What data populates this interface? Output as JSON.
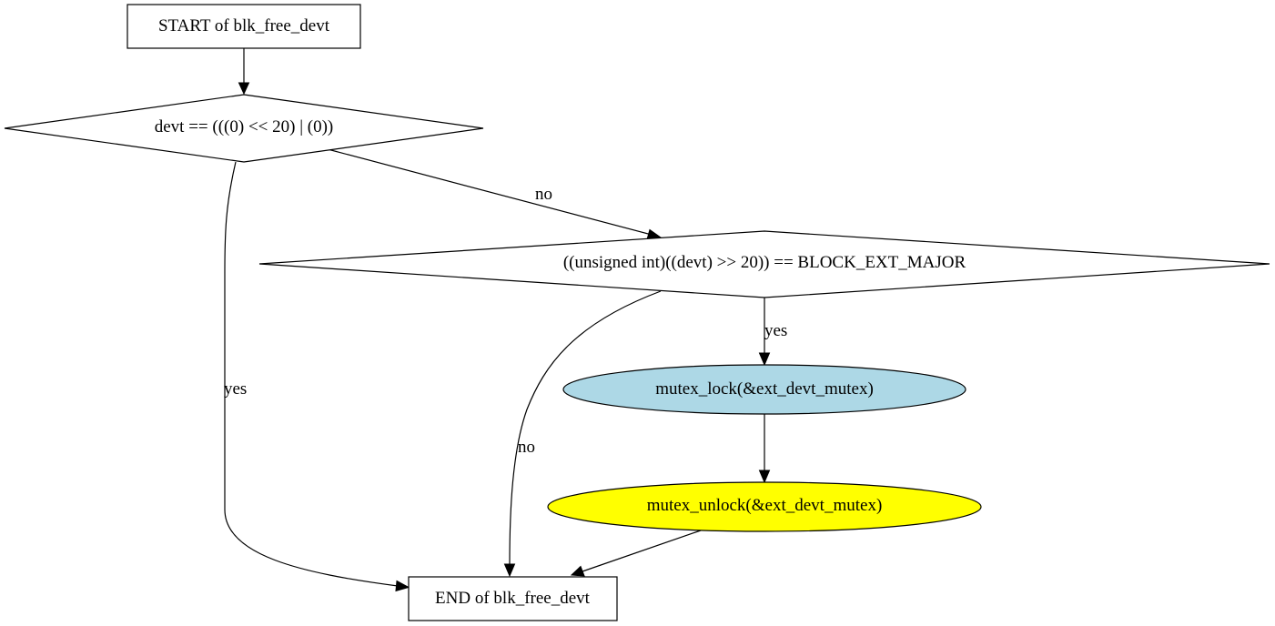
{
  "nodes": {
    "start": {
      "label": "START of blk_free_devt"
    },
    "cond_devt_zero": {
      "label": "devt == (((0) << 20) | (0))"
    },
    "cond_block_ext_major": {
      "label": "((unsigned int)((devt) >> 20)) == BLOCK_EXT_MAJOR"
    },
    "mutex_lock": {
      "label": "mutex_lock(&ext_devt_mutex)",
      "fill": "#add8e6"
    },
    "mutex_unlock": {
      "label": "mutex_unlock(&ext_devt_mutex)",
      "fill": "#ffff00"
    },
    "end": {
      "label": "END of blk_free_devt"
    }
  },
  "edges": {
    "devt_zero_yes": {
      "label": "yes"
    },
    "devt_zero_no": {
      "label": "no"
    },
    "major_yes": {
      "label": "yes"
    },
    "major_no": {
      "label": "no"
    }
  }
}
